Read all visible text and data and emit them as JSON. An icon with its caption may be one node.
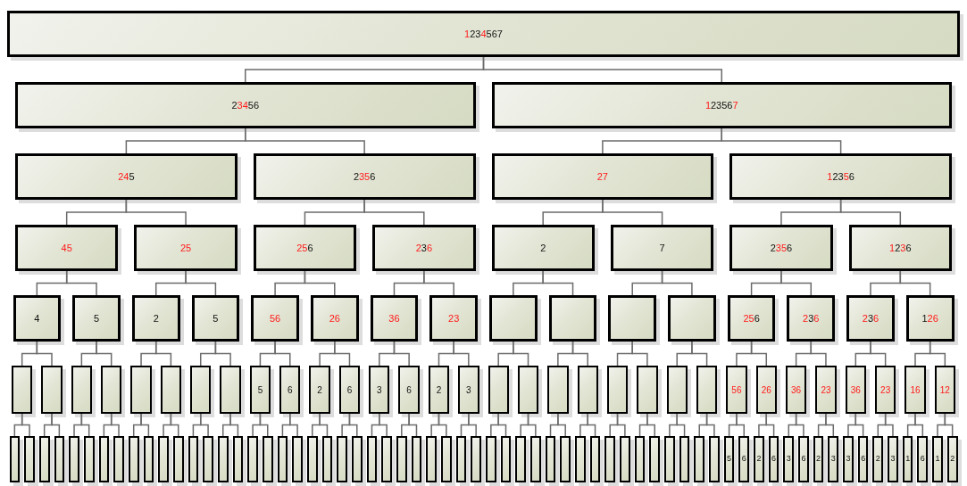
{
  "diagram": {
    "nodes": [
      {
        "text": [
          "**1**23**4**567"
        ]
      },
      {
        "text": [
          "2**34**56"
        ]
      },
      {
        "text": [
          "**1**2356**7**"
        ]
      },
      {
        "text": [
          "**24**5"
        ]
      },
      {
        "text": [
          "2**35**6"
        ]
      },
      {
        "text": [
          "**27**"
        ]
      },
      {
        "text": [
          "**1**23**5**6"
        ]
      },
      {
        "text": [
          "**45**"
        ]
      },
      {
        "text": [
          "**25**"
        ]
      },
      {
        "text": [
          "**25**6"
        ]
      },
      {
        "text": [
          "**2**3**6**"
        ]
      },
      {
        "text": [
          "2"
        ]
      },
      {
        "text": [
          "7"
        ]
      },
      {
        "text": [
          "2**35**6"
        ]
      },
      {
        "text": [
          "**1**2**3**6"
        ]
      },
      {
        "text": [
          "4"
        ]
      },
      {
        "text": [
          "5"
        ]
      },
      {
        "text": [
          "2"
        ]
      },
      {
        "text": [
          "5"
        ]
      },
      {
        "text": [
          "**56**"
        ]
      },
      {
        "text": [
          "**26**"
        ]
      },
      {
        "text": [
          "**36**"
        ]
      },
      {
        "text": [
          "**23**"
        ]
      },
      {
        "text": [],
        "shape": "box"
      },
      {
        "text": [],
        "shape": "box"
      },
      {
        "text": [],
        "shape": "box"
      },
      {
        "text": [],
        "shape": "box"
      },
      {
        "text": [
          "**25**6"
        ]
      },
      {
        "text": [
          "**2**3**6**"
        ]
      },
      {
        "text": [
          "**2**3**6**"
        ]
      },
      {
        "text": [
          "1**26**"
        ]
      },
      {
        "text": [],
        "shape": "box"
      },
      {
        "text": [],
        "shape": "box"
      },
      {
        "text": [],
        "shape": "box"
      },
      {
        "text": [],
        "shape": "box"
      },
      {
        "text": [],
        "shape": "box"
      },
      {
        "text": [],
        "shape": "box"
      },
      {
        "text": [],
        "shape": "box"
      },
      {
        "text": [],
        "shape": "box"
      },
      {
        "text": [
          "5"
        ]
      },
      {
        "text": [
          "6"
        ]
      },
      {
        "text": [
          "2"
        ]
      },
      {
        "text": [
          "6"
        ]
      },
      {
        "text": [
          "3"
        ]
      },
      {
        "text": [
          "6"
        ]
      },
      {
        "text": [
          "2"
        ]
      },
      {
        "text": [
          "3"
        ]
      },
      {
        "text": [],
        "shape": "box"
      },
      {
        "text": [],
        "shape": "box"
      },
      {
        "text": [],
        "shape": "box"
      },
      {
        "text": [],
        "shape": "box"
      },
      {
        "text": [],
        "shape": "box"
      },
      {
        "text": [],
        "shape": "box"
      },
      {
        "text": [],
        "shape": "box"
      },
      {
        "text": [],
        "shape": "box"
      },
      {
        "text": [
          "**56**"
        ]
      },
      {
        "text": [
          "**26**"
        ]
      },
      {
        "text": [
          "**36**"
        ]
      },
      {
        "text": [
          "**23**"
        ]
      },
      {
        "text": [
          "**36**"
        ]
      },
      {
        "text": [
          "**23**"
        ]
      },
      {
        "text": [
          "**16**"
        ]
      },
      {
        "text": [
          "**12**"
        ]
      },
      {
        "text": [],
        "shape": "box"
      },
      {
        "text": [],
        "shape": "box"
      },
      {
        "text": [],
        "shape": "box"
      },
      {
        "text": [],
        "shape": "box"
      },
      {
        "text": [],
        "shape": "box"
      },
      {
        "text": [],
        "shape": "box"
      },
      {
        "text": [],
        "shape": "box"
      },
      {
        "text": [],
        "shape": "box"
      },
      {
        "text": [],
        "shape": "box"
      },
      {
        "text": [],
        "shape": "box"
      },
      {
        "text": [],
        "shape": "box"
      },
      {
        "text": [],
        "shape": "box"
      },
      {
        "text": [],
        "shape": "box"
      },
      {
        "text": [],
        "shape": "box"
      },
      {
        "text": [],
        "shape": "box"
      },
      {
        "text": [],
        "shape": "box"
      },
      {
        "text": [],
        "shape": "box"
      },
      {
        "text": [],
        "shape": "box"
      },
      {
        "text": [],
        "shape": "box"
      },
      {
        "text": [],
        "shape": "box"
      },
      {
        "text": [],
        "shape": "box"
      },
      {
        "text": [],
        "shape": "box"
      },
      {
        "text": [],
        "shape": "box"
      },
      {
        "text": [],
        "shape": "box"
      },
      {
        "text": [],
        "shape": "box"
      },
      {
        "text": [],
        "shape": "box"
      },
      {
        "text": [],
        "shape": "box"
      },
      {
        "text": [],
        "shape": "box"
      },
      {
        "text": [],
        "shape": "box"
      },
      {
        "text": [],
        "shape": "box"
      },
      {
        "text": [],
        "shape": "box"
      },
      {
        "text": [],
        "shape": "box"
      },
      {
        "text": [],
        "shape": "box"
      },
      {
        "text": [],
        "shape": "box"
      },
      {
        "text": [],
        "shape": "box"
      },
      {
        "text": [],
        "shape": "box"
      },
      {
        "text": [],
        "shape": "box"
      },
      {
        "text": [],
        "shape": "box"
      },
      {
        "text": [],
        "shape": "box"
      },
      {
        "text": [],
        "shape": "box"
      },
      {
        "text": [],
        "shape": "box"
      },
      {
        "text": [],
        "shape": "box"
      },
      {
        "text": [],
        "shape": "box"
      },
      {
        "text": [],
        "shape": "box"
      },
      {
        "text": [],
        "shape": "box"
      },
      {
        "text": [],
        "shape": "box"
      },
      {
        "text": [],
        "shape": "box"
      },
      {
        "text": [],
        "shape": "box"
      },
      {
        "text": [
          "5"
        ]
      },
      {
        "text": [
          "6"
        ]
      },
      {
        "text": [
          "2"
        ]
      },
      {
        "text": [
          "6"
        ]
      },
      {
        "text": [
          "3"
        ]
      },
      {
        "text": [
          "6"
        ]
      },
      {
        "text": [
          "2"
        ]
      },
      {
        "text": [
          "3"
        ]
      },
      {
        "text": [
          "3"
        ]
      },
      {
        "text": [
          "6"
        ]
      },
      {
        "text": [
          "2"
        ]
      },
      {
        "text": [
          "3"
        ]
      },
      {
        "text": [
          "1"
        ]
      },
      {
        "text": [
          "6"
        ]
      },
      {
        "text": [
          "1"
        ]
      },
      {
        "text": [
          "2"
        ]
      }
    ],
    "edges": [
      {
        "from": 0,
        "to": 1,
        "arrow": "none"
      },
      {
        "from": 0,
        "to": 2,
        "arrow": "none"
      },
      {
        "from": 1,
        "to": 3,
        "arrow": "none"
      },
      {
        "from": 1,
        "to": 4,
        "arrow": "none"
      },
      {
        "from": 2,
        "to": 5,
        "arrow": "none"
      },
      {
        "from": 2,
        "to": 6,
        "arrow": "none"
      },
      {
        "from": 3,
        "to": 7,
        "arrow": "none"
      },
      {
        "from": 3,
        "to": 8,
        "arrow": "none"
      },
      {
        "from": 4,
        "to": 9,
        "arrow": "none"
      },
      {
        "from": 4,
        "to": 10,
        "arrow": "none"
      },
      {
        "from": 5,
        "to": 11,
        "arrow": "none"
      },
      {
        "from": 5,
        "to": 12,
        "arrow": "none"
      },
      {
        "from": 6,
        "to": 13,
        "arrow": "none"
      },
      {
        "from": 6,
        "to": 14,
        "arrow": "none"
      },
      {
        "from": 7,
        "to": 15,
        "arrow": "none"
      },
      {
        "from": 7,
        "to": 16,
        "arrow": "none"
      },
      {
        "from": 8,
        "to": 17,
        "arrow": "none"
      },
      {
        "from": 8,
        "to": 18,
        "arrow": "none"
      },
      {
        "from": 9,
        "to": 19,
        "arrow": "none"
      },
      {
        "from": 9,
        "to": 20,
        "arrow": "none"
      },
      {
        "from": 10,
        "to": 21,
        "arrow": "none"
      },
      {
        "from": 10,
        "to": 22,
        "arrow": "none"
      },
      {
        "from": 11,
        "to": 23,
        "arrow": "none"
      },
      {
        "from": 11,
        "to": 24,
        "arrow": "none"
      },
      {
        "from": 12,
        "to": 25,
        "arrow": "none"
      },
      {
        "from": 12,
        "to": 26,
        "arrow": "none"
      },
      {
        "from": 13,
        "to": 27,
        "arrow": "none"
      },
      {
        "from": 13,
        "to": 28,
        "arrow": "none"
      },
      {
        "from": 14,
        "to": 29,
        "arrow": "none"
      },
      {
        "from": 14,
        "to": 30,
        "arrow": "none"
      },
      {
        "from": 15,
        "to": 31,
        "arrow": "none"
      },
      {
        "from": 15,
        "to": 32,
        "arrow": "none"
      },
      {
        "from": 16,
        "to": 33,
        "arrow": "none"
      },
      {
        "from": 16,
        "to": 34,
        "arrow": "none"
      },
      {
        "from": 17,
        "to": 35,
        "arrow": "none"
      },
      {
        "from": 17,
        "to": 36,
        "arrow": "none"
      },
      {
        "from": 18,
        "to": 37,
        "arrow": "none"
      },
      {
        "from": 18,
        "to": 38,
        "arrow": "none"
      },
      {
        "from": 19,
        "to": 39,
        "arrow": "none"
      },
      {
        "from": 19,
        "to": 40,
        "arrow": "none"
      },
      {
        "from": 20,
        "to": 41,
        "arrow": "none"
      },
      {
        "from": 20,
        "to": 42,
        "arrow": "none"
      },
      {
        "from": 21,
        "to": 43,
        "arrow": "none"
      },
      {
        "from": 21,
        "to": 44,
        "arrow": "none"
      },
      {
        "from": 22,
        "to": 45,
        "arrow": "none"
      },
      {
        "from": 22,
        "to": 46,
        "arrow": "none"
      },
      {
        "from": 23,
        "to": 47,
        "arrow": "none"
      },
      {
        "from": 23,
        "to": 48,
        "arrow": "none"
      },
      {
        "from": 24,
        "to": 49,
        "arrow": "none"
      },
      {
        "from": 24,
        "to": 50,
        "arrow": "none"
      },
      {
        "from": 25,
        "to": 51,
        "arrow": "none"
      },
      {
        "from": 25,
        "to": 52,
        "arrow": "none"
      },
      {
        "from": 26,
        "to": 53,
        "arrow": "none"
      },
      {
        "from": 26,
        "to": 54,
        "arrow": "none"
      },
      {
        "from": 27,
        "to": 55,
        "arrow": "none"
      },
      {
        "from": 27,
        "to": 56,
        "arrow": "none"
      },
      {
        "from": 28,
        "to": 57,
        "arrow": "none"
      },
      {
        "from": 28,
        "to": 58,
        "arrow": "none"
      },
      {
        "from": 29,
        "to": 59,
        "arrow": "none"
      },
      {
        "from": 29,
        "to": 60,
        "arrow": "none"
      },
      {
        "from": 30,
        "to": 61,
        "arrow": "none"
      },
      {
        "from": 30,
        "to": 62,
        "arrow": "none"
      },
      {
        "from": 31,
        "to": 63,
        "arrow": "none"
      },
      {
        "from": 31,
        "to": 64,
        "arrow": "none"
      },
      {
        "from": 32,
        "to": 65,
        "arrow": "none"
      },
      {
        "from": 32,
        "to": 66,
        "arrow": "none"
      },
      {
        "from": 33,
        "to": 67,
        "arrow": "none"
      },
      {
        "from": 33,
        "to": 68,
        "arrow": "none"
      },
      {
        "from": 34,
        "to": 69,
        "arrow": "none"
      },
      {
        "from": 34,
        "to": 70,
        "arrow": "none"
      },
      {
        "from": 35,
        "to": 71,
        "arrow": "none"
      },
      {
        "from": 35,
        "to": 72,
        "arrow": "none"
      },
      {
        "from": 36,
        "to": 73,
        "arrow": "none"
      },
      {
        "from": 36,
        "to": 74,
        "arrow": "none"
      },
      {
        "from": 37,
        "to": 75,
        "arrow": "none"
      },
      {
        "from": 37,
        "to": 76,
        "arrow": "none"
      },
      {
        "from": 38,
        "to": 77,
        "arrow": "none"
      },
      {
        "from": 38,
        "to": 78,
        "arrow": "none"
      },
      {
        "from": 39,
        "to": 79,
        "arrow": "none"
      },
      {
        "from": 39,
        "to": 80,
        "arrow": "none"
      },
      {
        "from": 40,
        "to": 81,
        "arrow": "none"
      },
      {
        "from": 40,
        "to": 82,
        "arrow": "none"
      },
      {
        "from": 41,
        "to": 83,
        "arrow": "none"
      },
      {
        "from": 41,
        "to": 84,
        "arrow": "none"
      },
      {
        "from": 42,
        "to": 85,
        "arrow": "none"
      },
      {
        "from": 42,
        "to": 86,
        "arrow": "none"
      },
      {
        "from": 43,
        "to": 87,
        "arrow": "none"
      },
      {
        "from": 43,
        "to": 88,
        "arrow": "none"
      },
      {
        "from": 44,
        "to": 89,
        "arrow": "none"
      },
      {
        "from": 44,
        "to": 90,
        "arrow": "none"
      },
      {
        "from": 45,
        "to": 91,
        "arrow": "none"
      },
      {
        "from": 45,
        "to": 92,
        "arrow": "none"
      },
      {
        "from": 46,
        "to": 93,
        "arrow": "none"
      },
      {
        "from": 46,
        "to": 94,
        "arrow": "none"
      },
      {
        "from": 47,
        "to": 95,
        "arrow": "none"
      },
      {
        "from": 47,
        "to": 96,
        "arrow": "none"
      },
      {
        "from": 48,
        "to": 97,
        "arrow": "none"
      },
      {
        "from": 48,
        "to": 98,
        "arrow": "none"
      },
      {
        "from": 49,
        "to": 99,
        "arrow": "none"
      },
      {
        "from": 49,
        "to": 100,
        "arrow": "none"
      },
      {
        "from": 50,
        "to": 101,
        "arrow": "none"
      },
      {
        "from": 50,
        "to": 102,
        "arrow": "none"
      },
      {
        "from": 51,
        "to": 103,
        "arrow": "none"
      },
      {
        "from": 51,
        "to": 104,
        "arrow": "none"
      },
      {
        "from": 52,
        "to": 105,
        "arrow": "none"
      },
      {
        "from": 52,
        "to": 106,
        "arrow": "none"
      },
      {
        "from": 53,
        "to": 107,
        "arrow": "none"
      },
      {
        "from": 53,
        "to": 108,
        "arrow": "none"
      },
      {
        "from": 54,
        "to": 109,
        "arrow": "none"
      },
      {
        "from": 54,
        "to": 110,
        "arrow": "none"
      },
      {
        "from": 55,
        "to": 111,
        "arrow": "none"
      },
      {
        "from": 55,
        "to": 112,
        "arrow": "none"
      },
      {
        "from": 56,
        "to": 113,
        "arrow": "none"
      },
      {
        "from": 56,
        "to": 114,
        "arrow": "none"
      },
      {
        "from": 57,
        "to": 115,
        "arrow": "none"
      },
      {
        "from": 57,
        "to": 116,
        "arrow": "none"
      },
      {
        "from": 58,
        "to": 117,
        "arrow": "none"
      },
      {
        "from": 58,
        "to": 118,
        "arrow": "none"
      },
      {
        "from": 59,
        "to": 119,
        "arrow": "none"
      },
      {
        "from": 59,
        "to": 120,
        "arrow": "none"
      },
      {
        "from": 60,
        "to": 121,
        "arrow": "none"
      },
      {
        "from": 60,
        "to": 122,
        "arrow": "none"
      },
      {
        "from": 61,
        "to": 123,
        "arrow": "none"
      },
      {
        "from": 61,
        "to": 124,
        "arrow": "none"
      },
      {
        "from": 62,
        "to": 125,
        "arrow": "none"
      },
      {
        "from": 62,
        "to": 126,
        "arrow": "none"
      }
    ]
  }
}
